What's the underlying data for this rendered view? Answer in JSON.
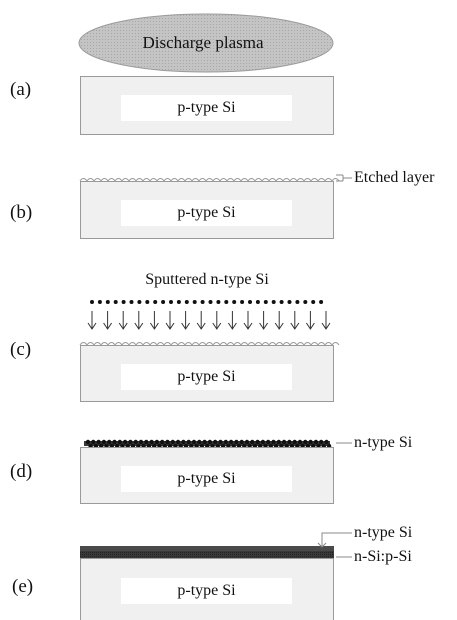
{
  "plasma": {
    "label": "Discharge plasma"
  },
  "panels": [
    {
      "label": "(a)",
      "substrate": "p-type Si"
    },
    {
      "label": "(b)",
      "substrate": "p-type Si",
      "callouts": [
        "Etched layer"
      ]
    },
    {
      "label": "(c)",
      "substrate": "p-type Si",
      "title": "Sputtered n-type Si"
    },
    {
      "label": "(d)",
      "substrate": "p-type Si",
      "callouts": [
        "n-type Si"
      ]
    },
    {
      "label": "(e)",
      "substrate": "p-type Si",
      "callouts": [
        "n-type Si",
        "n-Si:p-Si"
      ]
    }
  ],
  "colors": {
    "plasma_fill": "#b9b9b9",
    "wafer_fill": "#f0f0f0",
    "wafer_border": "#9a9a9a",
    "dopant_dot": "#111111",
    "nsi_layer": "#333333"
  }
}
